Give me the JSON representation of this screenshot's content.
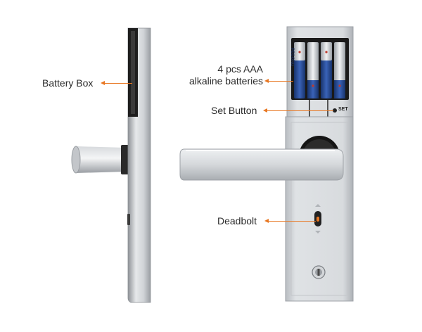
{
  "labels": {
    "battery_box": "Battery Box",
    "batteries_line1": "4 pcs AAA",
    "batteries_line2": "alkaline batteries",
    "set_button": "Set Button",
    "deadbolt": "Deadbolt"
  },
  "product_markings": {
    "battery_brand": "PEGONG",
    "set_text": "SET"
  },
  "colors": {
    "accent": "#e87722",
    "metal": "#c9ccd0",
    "dark": "#1c1c1c"
  }
}
